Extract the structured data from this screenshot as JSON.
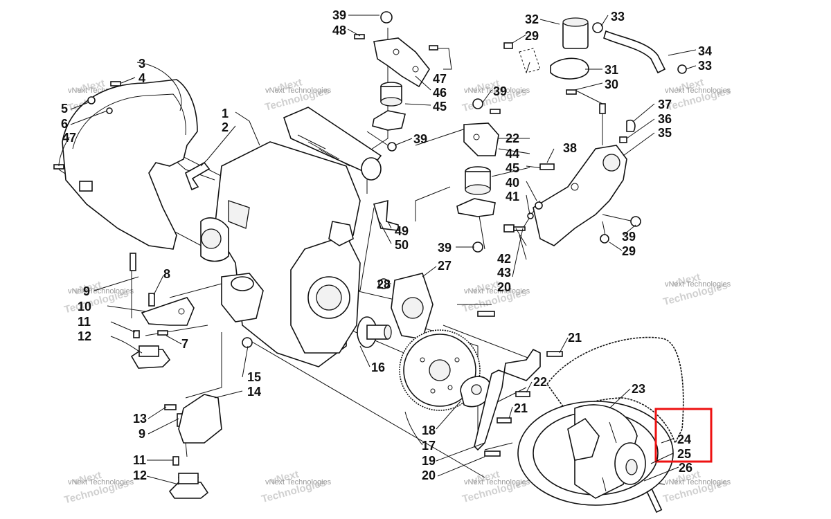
{
  "callouts": [
    {
      "id": "c39a",
      "text": "39"
    },
    {
      "id": "c48",
      "text": "48"
    },
    {
      "id": "c47a",
      "text": "47"
    },
    {
      "id": "c46",
      "text": "46"
    },
    {
      "id": "c45a",
      "text": "45"
    },
    {
      "id": "c39b",
      "text": "39"
    },
    {
      "id": "c32",
      "text": "32"
    },
    {
      "id": "c33a",
      "text": "33"
    },
    {
      "id": "c29a",
      "text": "29"
    },
    {
      "id": "c34",
      "text": "34"
    },
    {
      "id": "c33b",
      "text": "33"
    },
    {
      "id": "c31",
      "text": "31"
    },
    {
      "id": "c30",
      "text": "30"
    },
    {
      "id": "c3",
      "text": "3"
    },
    {
      "id": "c4",
      "text": "4"
    },
    {
      "id": "c5",
      "text": "5"
    },
    {
      "id": "c6",
      "text": "6"
    },
    {
      "id": "c47b",
      "text": "47"
    },
    {
      "id": "c1",
      "text": "1"
    },
    {
      "id": "c2",
      "text": "2"
    },
    {
      "id": "c39c",
      "text": "39"
    },
    {
      "id": "c22a",
      "text": "22"
    },
    {
      "id": "c44",
      "text": "44"
    },
    {
      "id": "c45b",
      "text": "45"
    },
    {
      "id": "c40",
      "text": "40"
    },
    {
      "id": "c41",
      "text": "41"
    },
    {
      "id": "c37",
      "text": "37"
    },
    {
      "id": "c36",
      "text": "36"
    },
    {
      "id": "c35",
      "text": "35"
    },
    {
      "id": "c38",
      "text": "38"
    },
    {
      "id": "c49",
      "text": "49"
    },
    {
      "id": "c50",
      "text": "50"
    },
    {
      "id": "c39d",
      "text": "39"
    },
    {
      "id": "c42",
      "text": "42"
    },
    {
      "id": "c43",
      "text": "43"
    },
    {
      "id": "c20a",
      "text": "20"
    },
    {
      "id": "c39e",
      "text": "39"
    },
    {
      "id": "c29b",
      "text": "29"
    },
    {
      "id": "c27",
      "text": "27"
    },
    {
      "id": "c28",
      "text": "28"
    },
    {
      "id": "c8",
      "text": "8"
    },
    {
      "id": "c9a",
      "text": "9"
    },
    {
      "id": "c10",
      "text": "10"
    },
    {
      "id": "c11a",
      "text": "11"
    },
    {
      "id": "c12a",
      "text": "12"
    },
    {
      "id": "c7",
      "text": "7"
    },
    {
      "id": "c15",
      "text": "15"
    },
    {
      "id": "c14",
      "text": "14"
    },
    {
      "id": "c16",
      "text": "16"
    },
    {
      "id": "c21a",
      "text": "21"
    },
    {
      "id": "c22b",
      "text": "22"
    },
    {
      "id": "c23",
      "text": "23"
    },
    {
      "id": "c21b",
      "text": "21"
    },
    {
      "id": "c13",
      "text": "13"
    },
    {
      "id": "c9b",
      "text": "9"
    },
    {
      "id": "c18",
      "text": "18"
    },
    {
      "id": "c17",
      "text": "17"
    },
    {
      "id": "c19",
      "text": "19"
    },
    {
      "id": "c20b",
      "text": "20"
    },
    {
      "id": "c11b",
      "text": "11"
    },
    {
      "id": "c12b",
      "text": "12"
    },
    {
      "id": "c24",
      "text": "24"
    },
    {
      "id": "c25",
      "text": "25"
    },
    {
      "id": "c26",
      "text": "26"
    }
  ],
  "watermark": {
    "line1": "vNext Technologies",
    "line2": "Technologies",
    "line3": "vNext"
  },
  "highlight_box": {
    "color": "#e11111",
    "label": "selected callouts 24 / 25"
  }
}
